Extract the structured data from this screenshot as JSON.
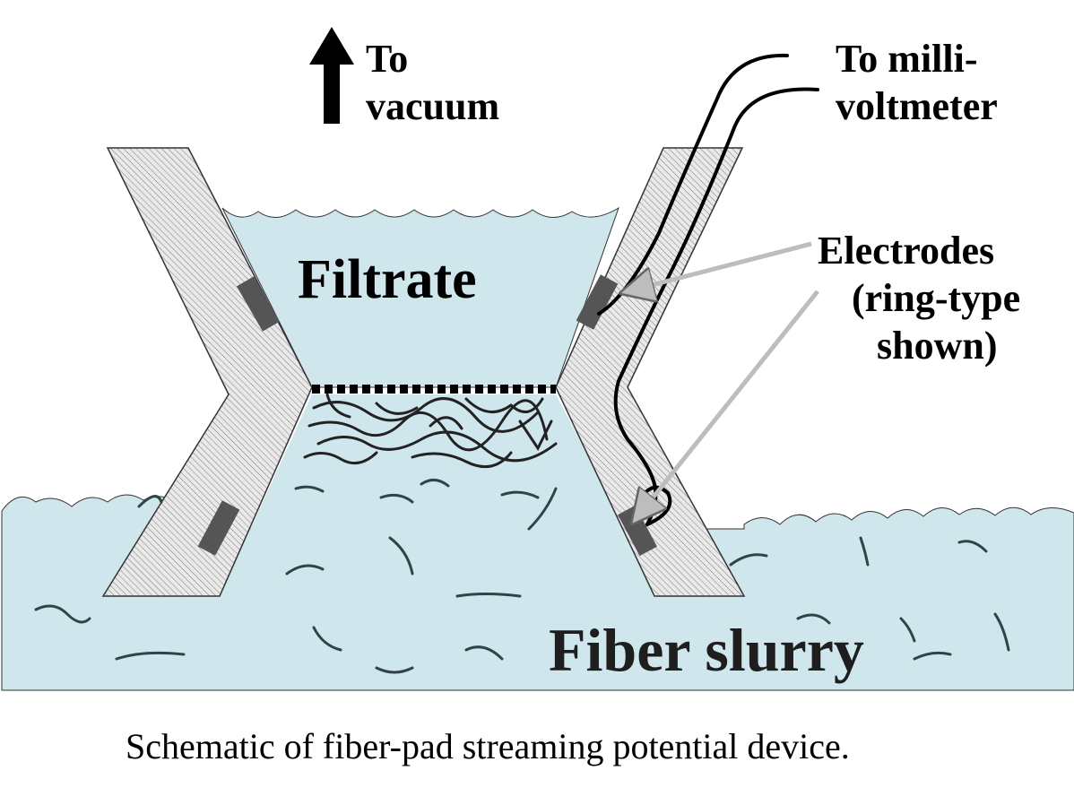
{
  "labels": {
    "to_vacuum_1": "To",
    "to_vacuum_2": "vacuum",
    "to_milli_1": "To milli-",
    "to_milli_2": "voltmeter",
    "electrodes": "Electrodes",
    "ring_type_1": "(ring-type",
    "ring_type_2": "shown)",
    "filtrate": "Filtrate",
    "fiber_slurry": "Fiber slurry"
  },
  "caption": "Schematic of fiber-pad streaming potential device.",
  "colors": {
    "liquid": "#cfe6ec",
    "wall_fill": "#e9e9e9",
    "electrode": "#555555",
    "arrow_gray": "#c8c8c8"
  }
}
